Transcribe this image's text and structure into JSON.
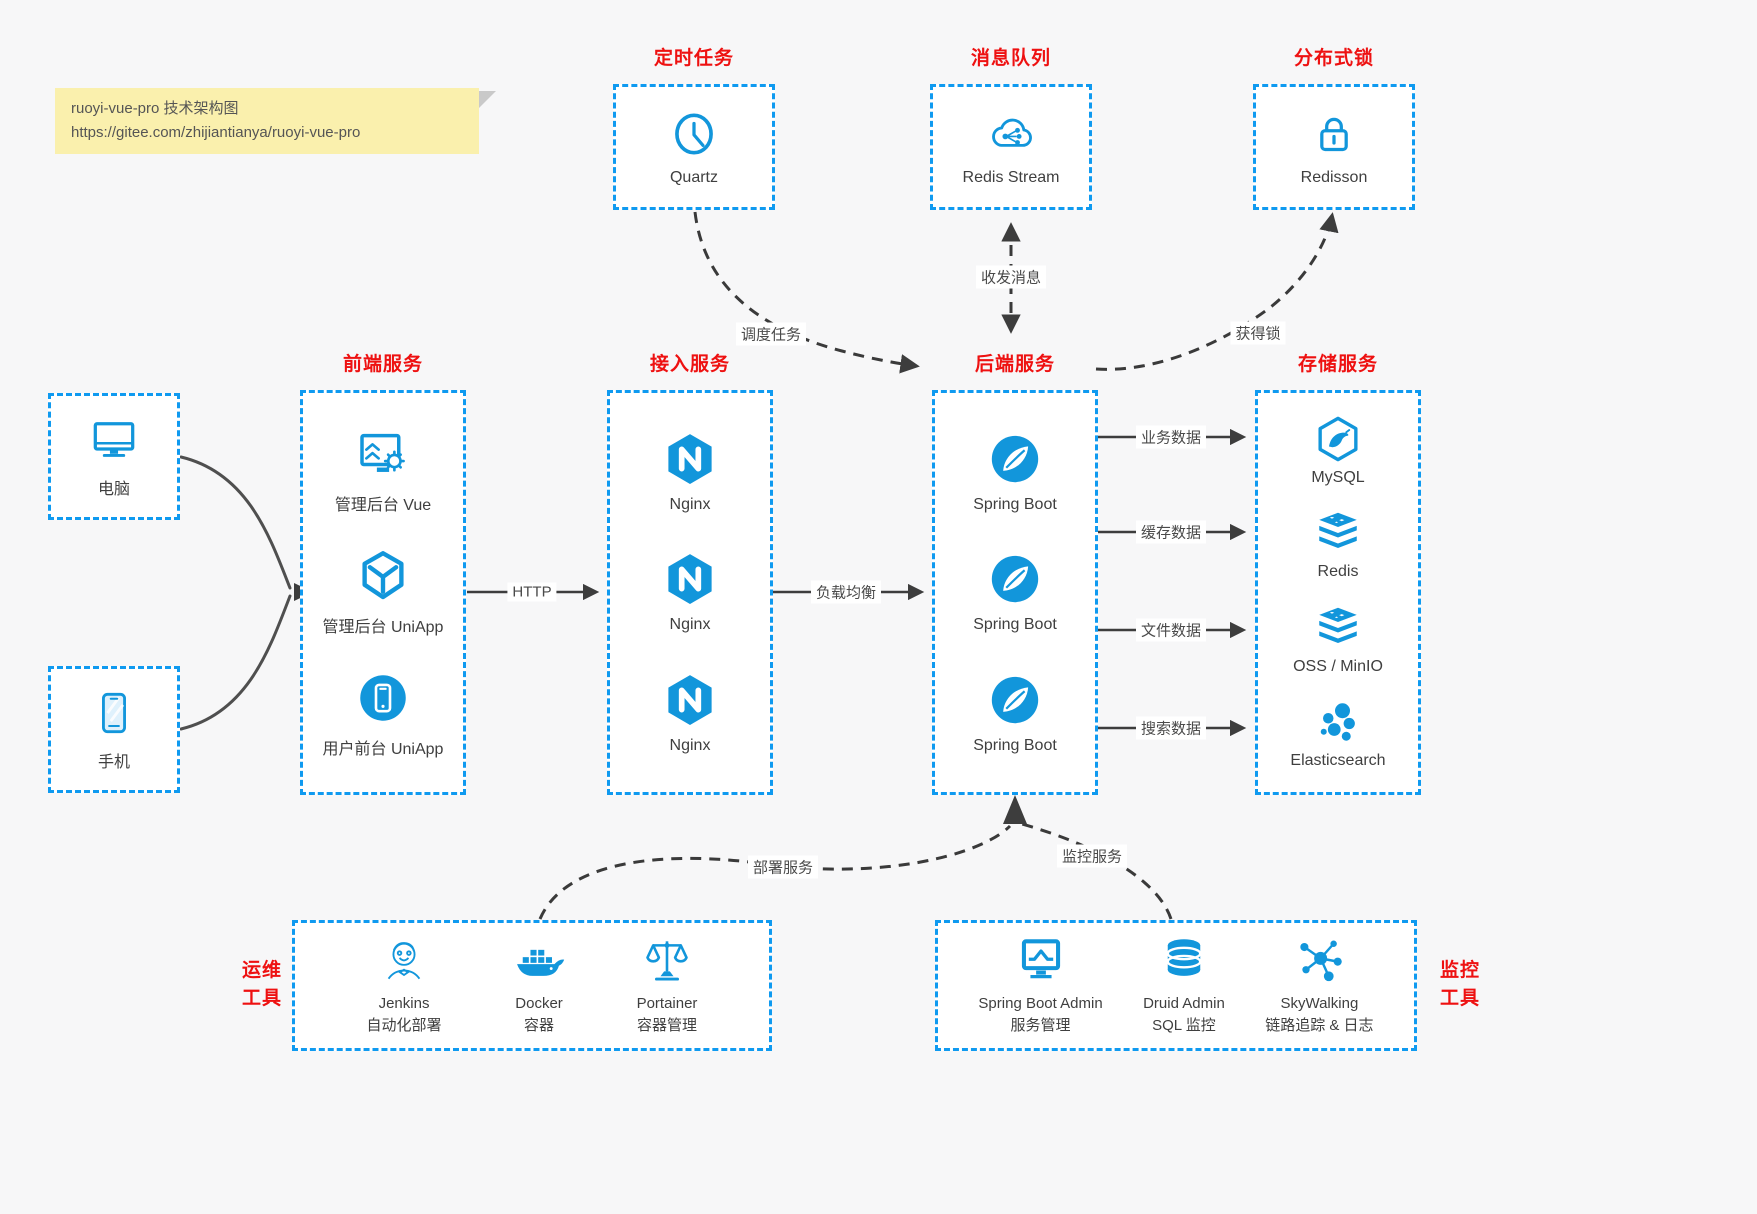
{
  "note": {
    "line1": "ruoyi-vue-pro 技术架构图",
    "line2": "https://gitee.com/zhijiantianya/ruoyi-vue-pro"
  },
  "colors": {
    "accent_blue": "#1296db",
    "border_blue": "#0f9af0",
    "title_red": "#ee1111",
    "arrow_dark": "#3d3d3d",
    "note_bg": "#faf0ad",
    "canvas_bg": "#f7f7f8"
  },
  "top_groups": [
    {
      "title": "定时任务",
      "node": {
        "label": "Quartz",
        "icon": "clock-icon"
      }
    },
    {
      "title": "消息队列",
      "node": {
        "label": "Redis Stream",
        "icon": "cloud-mq-icon"
      }
    },
    {
      "title": "分布式锁",
      "node": {
        "label": "Redisson",
        "icon": "lock-icon"
      }
    }
  ],
  "clients": [
    {
      "label": "电脑",
      "icon": "desktop-icon"
    },
    {
      "label": "手机",
      "icon": "phone-icon"
    }
  ],
  "columns": [
    {
      "title": "前端服务",
      "nodes": [
        {
          "label": "管理后台 Vue",
          "icon": "admin-vue-icon"
        },
        {
          "label": "管理后台 UniApp",
          "icon": "uniapp-cube-icon"
        },
        {
          "label": "用户前台 UniApp",
          "icon": "user-app-icon"
        }
      ]
    },
    {
      "title": "接入服务",
      "nodes": [
        {
          "label": "Nginx",
          "icon": "nginx-icon"
        },
        {
          "label": "Nginx",
          "icon": "nginx-icon"
        },
        {
          "label": "Nginx",
          "icon": "nginx-icon"
        }
      ]
    },
    {
      "title": "后端服务",
      "nodes": [
        {
          "label": "Spring Boot",
          "icon": "spring-icon"
        },
        {
          "label": "Spring Boot",
          "icon": "spring-icon"
        },
        {
          "label": "Spring Boot",
          "icon": "spring-icon"
        }
      ]
    },
    {
      "title": "存储服务",
      "nodes": [
        {
          "label": "MySQL",
          "icon": "mysql-icon"
        },
        {
          "label": "Redis",
          "icon": "redis-icon"
        },
        {
          "label": "OSS / MinIO",
          "icon": "oss-icon"
        },
        {
          "label": "Elasticsearch",
          "icon": "elasticsearch-icon"
        }
      ]
    }
  ],
  "bottom_groups": [
    {
      "title_lines": [
        "运维",
        "工具"
      ],
      "nodes": [
        {
          "label": "Jenkins",
          "sublabel": "自动化部署",
          "icon": "jenkins-icon"
        },
        {
          "label": "Docker",
          "sublabel": "容器",
          "icon": "docker-icon"
        },
        {
          "label": "Portainer",
          "sublabel": "容器管理",
          "icon": "portainer-icon"
        }
      ]
    },
    {
      "title_lines": [
        "监控",
        "工具"
      ],
      "nodes": [
        {
          "label": "Spring Boot Admin",
          "sublabel": "服务管理",
          "icon": "sba-icon"
        },
        {
          "label": "Druid Admin",
          "sublabel": "SQL 监控",
          "icon": "druid-icon"
        },
        {
          "label": "SkyWalking",
          "sublabel": "链路追踪 & 日志",
          "icon": "skywalking-icon"
        }
      ]
    }
  ],
  "edges": {
    "http": "HTTP",
    "load_balance": "负载均衡",
    "schedule": "调度任务",
    "message": "收发消息",
    "lock": "获得锁",
    "business": "业务数据",
    "cache": "缓存数据",
    "file": "文件数据",
    "search": "搜索数据",
    "deploy": "部署服务",
    "monitor": "监控服务"
  }
}
